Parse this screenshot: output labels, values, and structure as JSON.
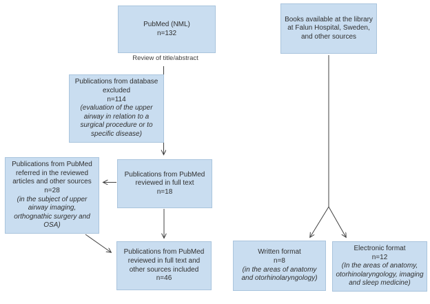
{
  "figure": {
    "type": "flowchart",
    "description": "Literature selection flow diagram"
  },
  "colors": {
    "box_fill": "#c9ddf0",
    "box_border": "#a9c4dd",
    "arrow": "#404040",
    "text": "#2f2f2f",
    "background": "#ffffff"
  },
  "nodes": {
    "pubmed": {
      "title": "PubMed (NML)",
      "count": "n=132"
    },
    "books": {
      "title": "Books available at the library at Falun Hospital, Sweden, and other sources"
    },
    "excluded": {
      "title": "Publications from database excluded",
      "count": "n=114",
      "note": "(evaluation of the upper airway in relation to a surgical procedure or to specific disease)"
    },
    "referred": {
      "title": "Publications from PubMed referred in the reviewed articles and other sources",
      "count": "n=28",
      "note": "(in the subject of upper airway imaging, orthognathic surgery and OSA)"
    },
    "reviewed": {
      "title": "Publications from PubMed reviewed in full text",
      "count": "n=18"
    },
    "included": {
      "title": "Publications from PubMed reviewed in full text and other sources included",
      "count": "n=46"
    },
    "written": {
      "title": "Written format",
      "count": "n=8",
      "note": "(in the areas of anatomy and otorhinolaryngology)"
    },
    "electronic": {
      "title": "Electronic format",
      "count": "n=12",
      "note": "(In the areas of anatomy, otorhinolaryngology, imaging and sleep medicine)"
    }
  },
  "labels": {
    "review_step": "Review of title/abstract"
  }
}
